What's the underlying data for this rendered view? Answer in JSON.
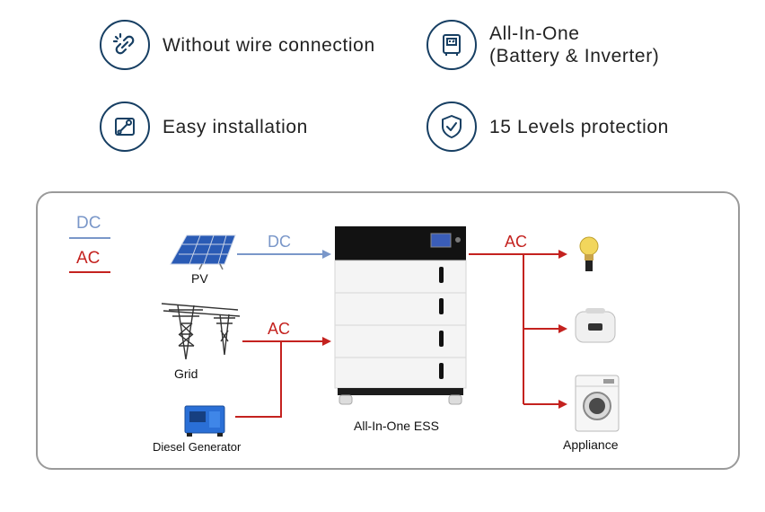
{
  "features": [
    {
      "icon": "chain-link-icon",
      "lines": [
        "Without wire connection"
      ]
    },
    {
      "icon": "inverter-icon",
      "lines": [
        "All-In-One",
        "(Battery & Inverter)"
      ]
    },
    {
      "icon": "wrench-icon",
      "lines": [
        "Easy installation"
      ]
    },
    {
      "icon": "shield-check-icon",
      "lines": [
        "15 Levels protection"
      ]
    }
  ],
  "legend": {
    "dc": "DC",
    "ac": "AC"
  },
  "colors": {
    "dc": "#7a97c9",
    "ac": "#c4221f",
    "icon_border": "#173f63"
  },
  "sources": {
    "pv": "PV",
    "grid": "Grid",
    "generator": "Diesel Generator"
  },
  "flows": {
    "dc_label": "DC",
    "ac_in_label": "AC",
    "ac_out_label": "AC"
  },
  "ess": {
    "label": "All-In-One ESS"
  },
  "loads": {
    "label": "Appliance",
    "items": [
      "light-bulb-icon",
      "rice-cooker-icon",
      "washing-machine-icon"
    ]
  }
}
